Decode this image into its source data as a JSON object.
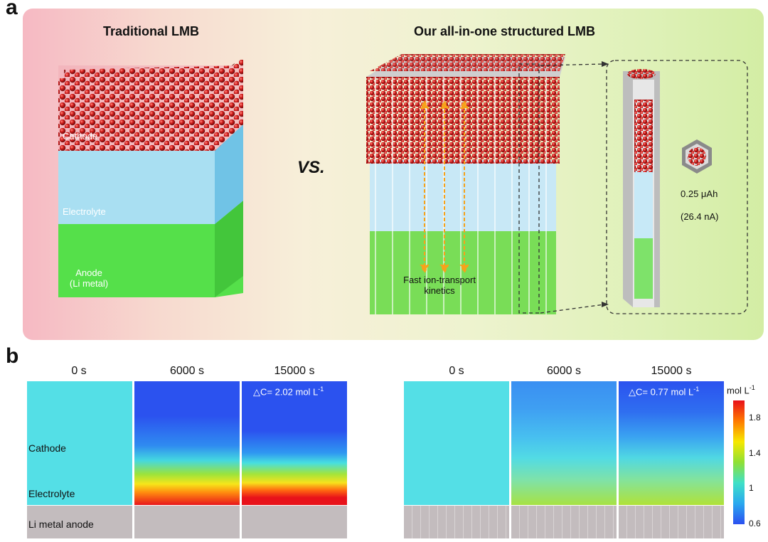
{
  "panel_a": {
    "letter": "a",
    "left_title": "Traditional LMB",
    "right_title": "Our all-in-one structured LMB",
    "vs_text": "VS.",
    "layer_cathode": "Cathode",
    "layer_electrolyte": "Electrolyte",
    "layer_anode_line1": "Anode",
    "layer_anode_line2": "(Li metal)",
    "arrow_label_line1": "Fast ion-transport",
    "arrow_label_line2": "kinetics",
    "capacity": "0.25 μAh",
    "current": "(26.4 nA)"
  },
  "panel_b": {
    "letter": "b",
    "left": {
      "times": [
        "0 s",
        "6000 s",
        "15000 s"
      ],
      "delta": "△C= 2.02 mol L",
      "delta_sup": "-1"
    },
    "right": {
      "times": [
        "0 s",
        "6000 s",
        "15000 s"
      ],
      "delta": "△C= 0.77 mol L",
      "delta_sup": "-1"
    },
    "row_labels": {
      "cathode": "Cathode",
      "electrolyte": "Electrolyte",
      "anode": "Li metal anode"
    },
    "colorbar": {
      "unit": "mol L",
      "unit_sup": "-1",
      "ticks": [
        "1.8",
        "1.4",
        "1",
        "0.6"
      ],
      "tick_values": [
        1.8,
        1.4,
        1.0,
        0.6
      ],
      "range": [
        0.6,
        2.0
      ],
      "colors": [
        "#e8101a",
        "#ff7a00",
        "#f7e800",
        "#8fe034",
        "#3fe0c7",
        "#2aa8ef",
        "#2b4ff0"
      ]
    }
  }
}
